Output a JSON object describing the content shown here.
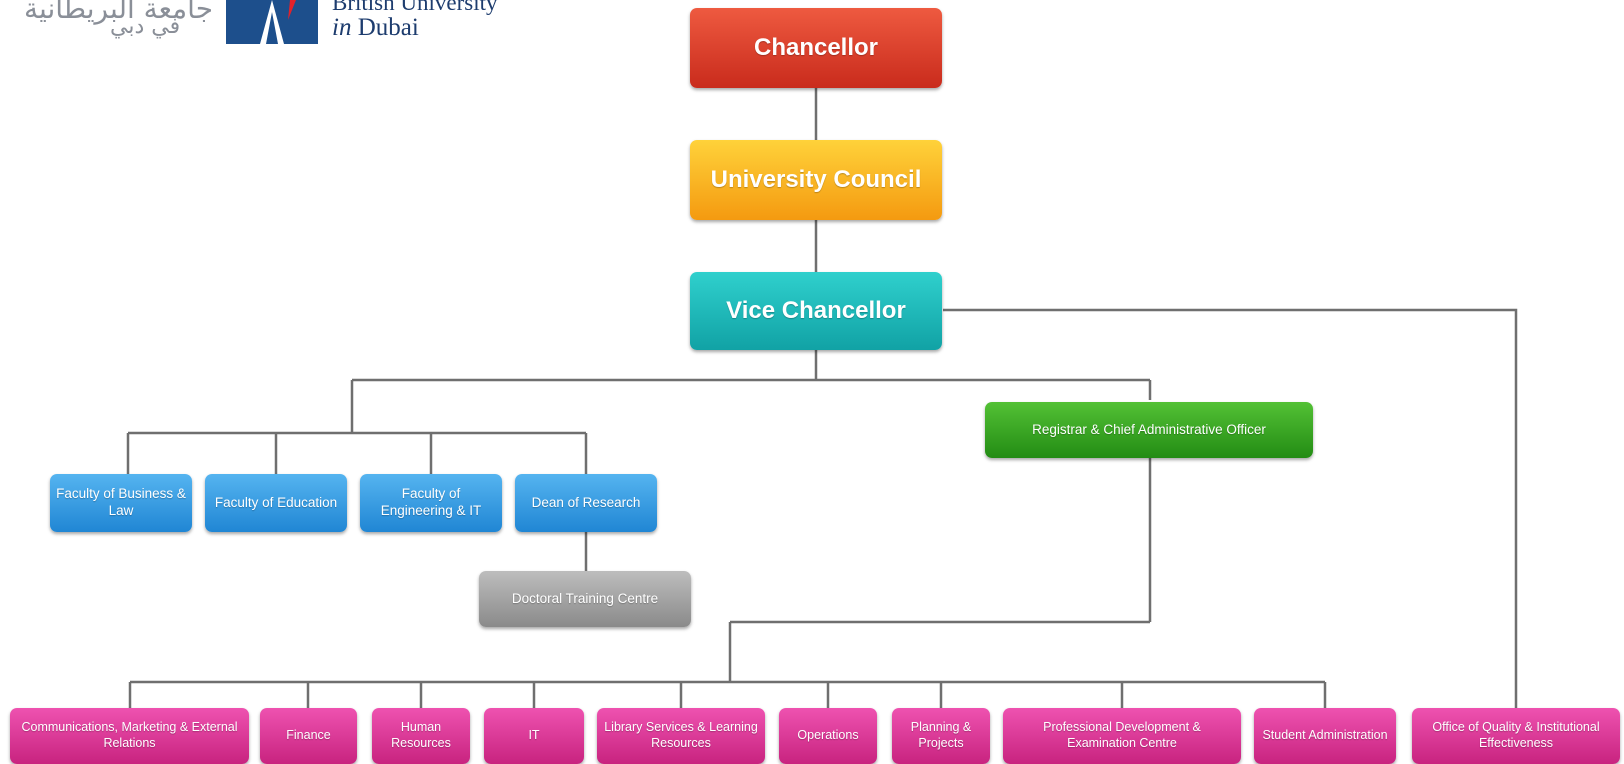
{
  "logo": {
    "arabic_line1": "جامعة البريطانية",
    "arabic_line2": "في دبي",
    "name_line1": "British University",
    "name_line2_prefix": "in",
    "name_line2_city": "Dubai"
  },
  "colors": {
    "chancellor": "#d9382a",
    "council": "#f9b71f",
    "vice_chancellor": "#1cb8b8",
    "registrar": "#35a420",
    "faculty": "#349fe2",
    "doctoral": "#a3a3a3",
    "department": "#dd3898",
    "connector": "#6f6f6f"
  },
  "chart": {
    "chancellor": "Chancellor",
    "council": "University Council",
    "vice_chancellor": "Vice Chancellor",
    "registrar": "Registrar & Chief Administrative Officer",
    "faculties": [
      "Faculty of Business & Law",
      "Faculty of Education",
      "Faculty of Engineering & IT",
      "Dean of Research"
    ],
    "doctoral": "Doctoral Training Centre",
    "departments": [
      "Communications, Marketing & External Relations",
      "Finance",
      "Human Resources",
      "IT",
      "Library Services & Learning Resources",
      "Operations",
      "Planning & Projects",
      "Professional Development & Examination Centre",
      "Student Administration"
    ],
    "quality": "Office of Quality & Institutional Effectiveness"
  }
}
